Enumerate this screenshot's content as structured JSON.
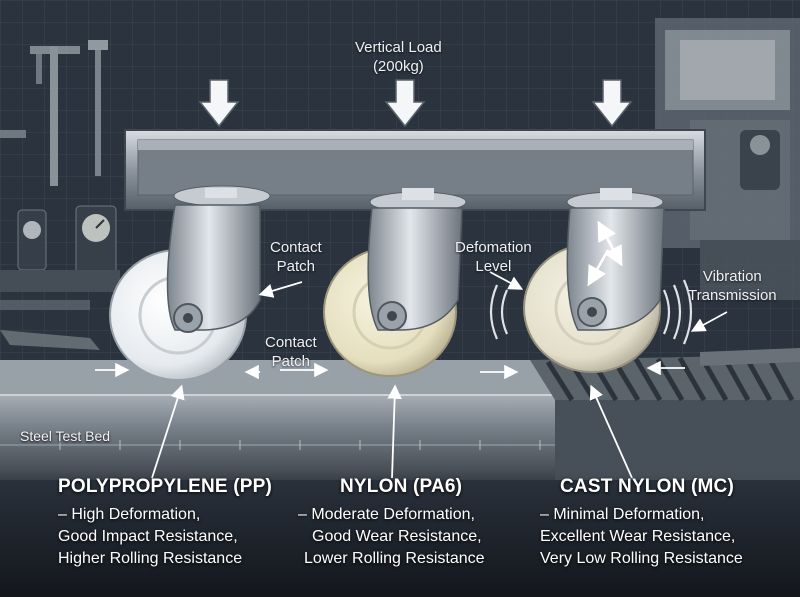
{
  "labels": {
    "vertical_load": [
      "Vertical Load",
      "(200kg)"
    ],
    "contact_patch_upper": [
      "Contact",
      "Patch"
    ],
    "contact_patch_lower": [
      "Contact",
      "Patch"
    ],
    "deformation_level": [
      "Defomation",
      "Level"
    ],
    "vibration": [
      "Vibration",
      "Transmission"
    ],
    "steel_bed": "Steel Test Bed"
  },
  "wheels": [
    {
      "title": "POLYPROPYLENE (PP)",
      "lines": [
        "– High Deformation,",
        "Good Impact Resistance,",
        "Higher Rolling Resistance"
      ],
      "color": "#f4f6f8"
    },
    {
      "title": "NYLON (PA6)",
      "lines": [
        "– Moderate Deformation,",
        "Good Wear Resistance,",
        "Lower Rolling Resistance"
      ],
      "color": "#ebe6cc"
    },
    {
      "title": "CAST NYLON (MC)",
      "lines": [
        "– Minimal Deformation,",
        "Excellent Wear Resistance,",
        "Very Low Rolling Resistance"
      ],
      "color": "#e9e5d2"
    }
  ],
  "colors": {
    "background": "#2a323d",
    "grid": "#3b4552",
    "steel": "#c9ced4",
    "bed": "#8e969f"
  }
}
